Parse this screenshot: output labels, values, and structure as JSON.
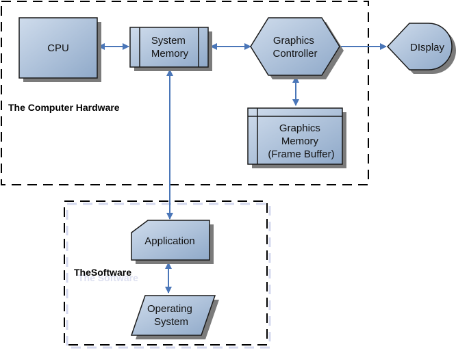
{
  "colors": {
    "node_fill_light": "#cfdcec",
    "node_fill_dark": "#8fa9c9",
    "node_stroke": "#1a1a1a",
    "shadow": "#7b7b7b",
    "connector": "#4a76b8",
    "group_border": "#000000",
    "group_border_ghost": "#d4d8ee"
  },
  "groups": {
    "hardware": {
      "label": "The Computer Hardware"
    },
    "software": {
      "label": "TheSoftware",
      "ghost_label": "The Software"
    }
  },
  "nodes": {
    "cpu": {
      "lines": [
        "CPU"
      ]
    },
    "system_memory": {
      "lines": [
        "System",
        "Memory"
      ]
    },
    "graphics_controller": {
      "lines": [
        "Graphics",
        "Controller"
      ]
    },
    "display": {
      "lines": [
        "DIsplay"
      ]
    },
    "graphics_memory": {
      "lines": [
        "Graphics",
        "Memory",
        "(Frame Buffer)"
      ]
    },
    "application": {
      "lines": [
        "Application"
      ]
    },
    "operating_system": {
      "lines": [
        "Operating",
        "System"
      ]
    }
  },
  "connections": [
    {
      "from": "CPU",
      "to": "System Memory",
      "direction": "both"
    },
    {
      "from": "System Memory",
      "to": "Graphics Controller",
      "direction": "both"
    },
    {
      "from": "Graphics Controller",
      "to": "DIsplay",
      "direction": "forward"
    },
    {
      "from": "Graphics Controller",
      "to": "Graphics Memory (Frame Buffer)",
      "direction": "both"
    },
    {
      "from": "System Memory",
      "to": "Application",
      "direction": "both"
    },
    {
      "from": "Application",
      "to": "Operating System",
      "direction": "both"
    }
  ]
}
